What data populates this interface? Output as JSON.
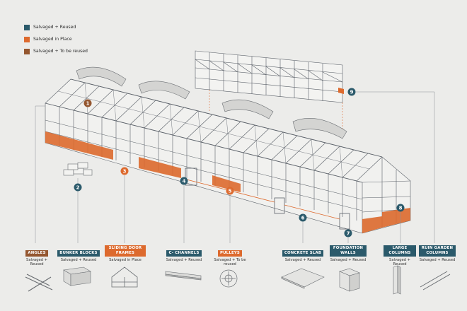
{
  "colors": {
    "teal": "#2b5a6b",
    "orange": "#dd6a2e",
    "brown": "#94562f",
    "line": "#5a6068",
    "bg": "#ececea"
  },
  "legend": [
    {
      "label": "Salvaged + Reused",
      "color": "#2b5a6b"
    },
    {
      "label": "Salvaged in Place",
      "color": "#dd6a2e"
    },
    {
      "label": "Salvaged + To be reused",
      "color": "#94562f"
    }
  ],
  "badges": [
    {
      "num": "1",
      "color": "#94562f"
    },
    {
      "num": "2",
      "color": "#2b5a6b"
    },
    {
      "num": "3",
      "color": "#dd6a2e"
    },
    {
      "num": "4",
      "color": "#2b5a6b"
    },
    {
      "num": "5",
      "color": "#dd6a2e"
    },
    {
      "num": "6",
      "color": "#2b5a6b"
    },
    {
      "num": "7",
      "color": "#2b5a6b"
    },
    {
      "num": "8",
      "color": "#2b5a6b"
    },
    {
      "num": "9",
      "color": "#2b5a6b"
    }
  ],
  "components": [
    {
      "name": "ANGLES",
      "category": "Salvaged + Reused",
      "color": "#94562f"
    },
    {
      "name": "BUNKER BLOCKS",
      "category": "Salvaged + Reused",
      "color": "#2b5a6b"
    },
    {
      "name": "SLIDING DOOR FRAMES",
      "category": "Salvaged in Place",
      "color": "#dd6a2e"
    },
    {
      "name": "C- CHANNELS",
      "category": "Salvaged + Reused",
      "color": "#2b5a6b"
    },
    {
      "name": "PULLEYS",
      "category": "Salvaged + To be reused",
      "color": "#dd6a2e"
    },
    {
      "name": "CONCRETE SLAB",
      "category": "Salvaged + Reused",
      "color": "#2b5a6b"
    },
    {
      "name": "FOUNDATION WALLS",
      "category": "Salvaged + Reused",
      "color": "#2b5a6b"
    },
    {
      "name": "LARGE COLUMNS",
      "category": "Salvaged + Reused",
      "color": "#2b5a6b"
    },
    {
      "name": "RUIN GARDEN COLUMNS",
      "category": "Salvaged + Reused",
      "color": "#2b5a6b"
    }
  ]
}
